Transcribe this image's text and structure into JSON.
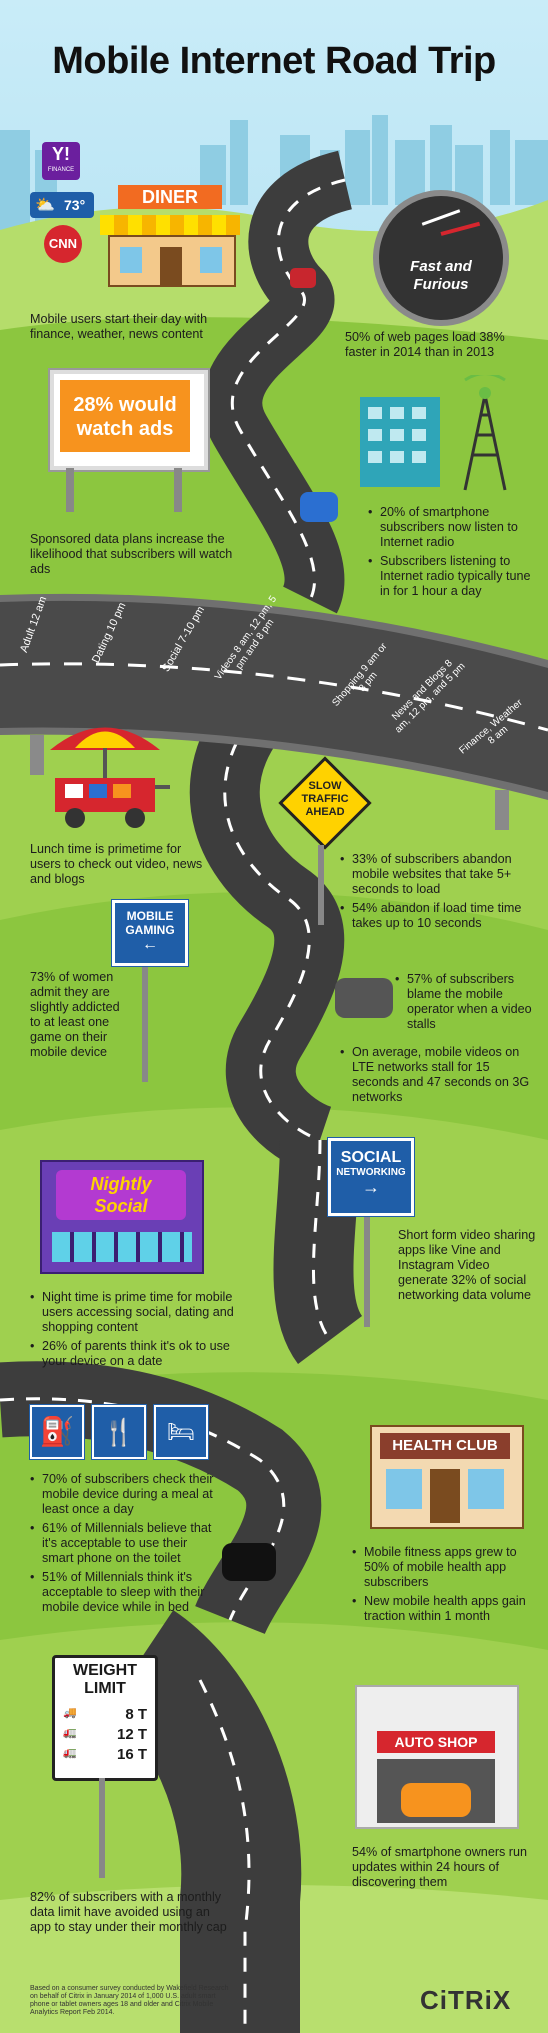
{
  "title": "Mobile Internet Road Trip",
  "colors": {
    "sky": "#c9ecf8",
    "grass": "#8cc63f",
    "road": "#3d3d3d",
    "sign_blue": "#1f5ea8",
    "accent_orange": "#f7931e",
    "red": "#d6262e"
  },
  "badges": {
    "yahoo": "Y!",
    "yahoo_sub": "FINANCE",
    "weather": "73°",
    "cnn": "CNN"
  },
  "diner": "DINER",
  "sections": {
    "morning": "Mobile users start their day with finance, weather, news content",
    "fast": {
      "sign": [
        "Fast and",
        "Furious"
      ],
      "text": "50% of web pages load 38% faster in 2014 than in 2013"
    },
    "ads": {
      "sign": "28% would watch ads",
      "text": "Sponsored data plans increase the likelihood that subscribers will watch ads"
    },
    "radio": [
      "20% of smartphone subscribers now listen to Internet radio",
      "Subscribers listening to Internet radio typically tune in for 1 hour a day"
    ],
    "overpass": [
      "Adult 12 am",
      "Dating 10 pm",
      "Social 7-10 pm",
      "Videos 8 am, 12 pm, 5 pm and 8 pm",
      "Shopping 9 am or 8 pm",
      "News and Blogs 8 am, 12 pm, and 5 pm",
      "Finance, Weather 8 am"
    ],
    "lunch": "Lunch time is primetime for users to check out video, news and blogs",
    "slow": {
      "sign": [
        "SLOW",
        "TRAFFIC",
        "AHEAD"
      ],
      "bullets": [
        "33% of subscribers abandon mobile websites that take 5+ seconds to load",
        "54% abandon if load time time takes up to 10 seconds"
      ]
    },
    "gaming": {
      "sign": [
        "MOBILE",
        "GAMING"
      ],
      "text": "73% of women admit they are slightly addicted to at least one game on their mobile device"
    },
    "stall": {
      "bullets": [
        "57% of subscribers blame the mobile operator when a video stalls",
        "On average, mobile videos on LTE networks stall for 15 seconds and 47 seconds on 3G networks"
      ]
    },
    "social": {
      "sign": [
        "SOCIAL",
        "NETWORKING"
      ],
      "text": "Short form video sharing apps like Vine and Instagram Video generate 32% of social networking data volume"
    },
    "nightly": {
      "sign": [
        "Nightly",
        "Social"
      ],
      "bullets": [
        "Night time is prime time for mobile users accessing social, dating and shopping content",
        "26% of parents think it's ok to use your device on a date"
      ]
    },
    "meal": {
      "bullets": [
        "70% of subscribers check their mobile device during a meal at least once a day",
        "61% of Millennials believe that it's acceptable to use their smart phone on the toilet",
        "51% of Millennials think it's acceptable to sleep with their mobile device while in bed"
      ]
    },
    "health": {
      "sign": "HEALTH CLUB",
      "bullets": [
        "Mobile fitness apps grew to 50% of mobile health app subscribers",
        "New mobile health apps gain traction within 1 month"
      ]
    },
    "weight": {
      "sign": [
        "WEIGHT",
        "LIMIT"
      ],
      "rows": [
        "8 T",
        "12 T",
        "16 T"
      ],
      "text": "82% of subscribers with a monthly data limit have avoided using an app to stay under their monthly cap"
    },
    "auto": {
      "sign": "AUTO SHOP",
      "text": "54% of smartphone owners run updates within 24 hours of discovering them"
    }
  },
  "footnote": "Based on a consumer survey conducted by Wakefield Research on behalf of Citrix in January 2014 of 1,000 U.S. adult smart phone or tablet owners ages 18 and older and Citrix Mobile Analytics Report Feb 2014.",
  "logo": "CiTRiX"
}
